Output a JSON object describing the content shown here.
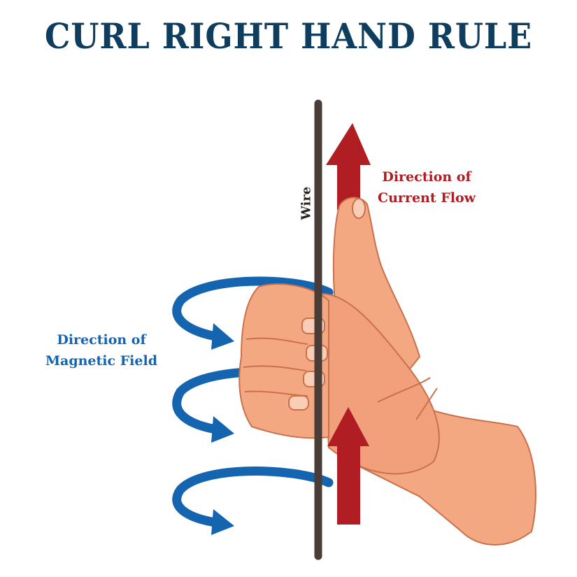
{
  "title": "CURL RIGHT HAND RULE",
  "labels": {
    "wire": "Wire",
    "current_line1": "Direction of",
    "current_line2": "Current Flow",
    "field_line1": "Direction of",
    "field_line2": "Magnetic Field"
  },
  "colors": {
    "title": "#0f3d5e",
    "current": "#b01e23",
    "field": "#1464b0",
    "wire": "#4a3c36",
    "skin": "#f4a882"
  }
}
